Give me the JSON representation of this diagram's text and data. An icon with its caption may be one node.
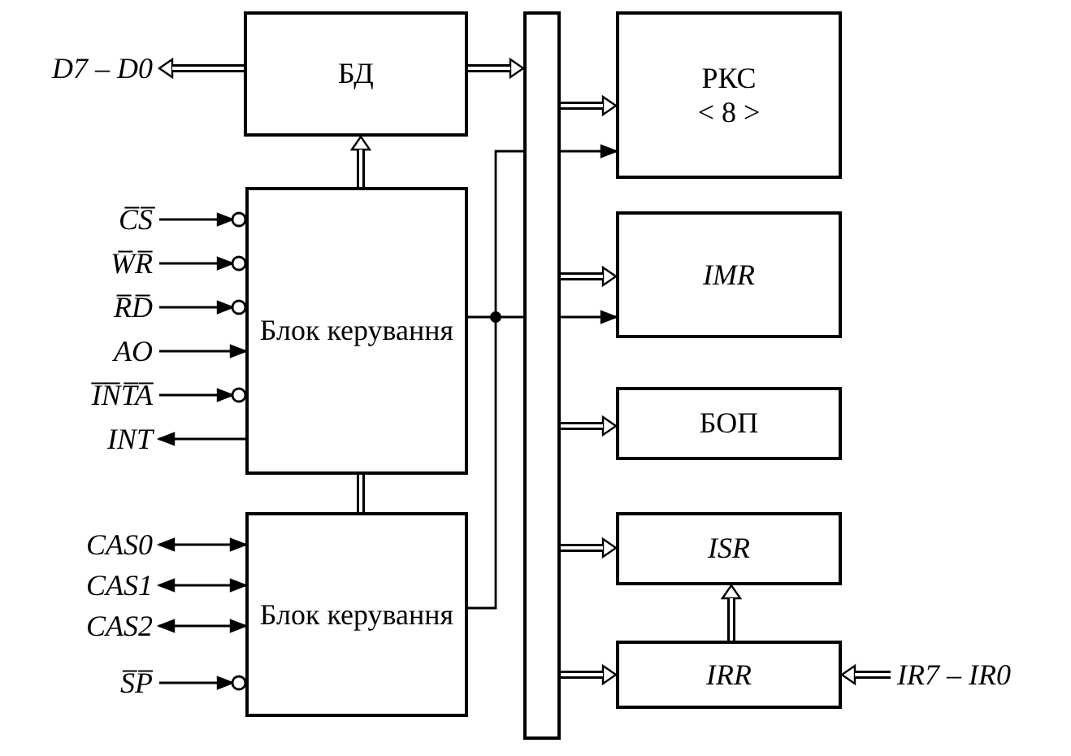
{
  "diagram": {
    "nodes": [
      {
        "text": [
          "D7 – D0"
        ]
      },
      {
        "text": [
          "БД"
        ]
      },
      {
        "text": [
          "Блок керування"
        ]
      },
      {
        "text": [
          "Блок керування"
        ]
      },
      {
        "text": [],
        "shape": "bar"
      },
      {
        "text": [
          "РКС",
          "< 8 >"
        ]
      },
      {
        "text": [
          "IMR"
        ]
      },
      {
        "text": [
          "БОП"
        ]
      },
      {
        "text": [
          "ISR"
        ]
      },
      {
        "text": [
          "IRR"
        ]
      },
      {
        "text": [
          "IR7 – IR0"
        ]
      },
      {
        "text": [
          "C̅S̅"
        ]
      },
      {
        "text": [
          "W̅R̅"
        ]
      },
      {
        "text": [
          "R̅D̅"
        ]
      },
      {
        "text": [
          "AO"
        ]
      },
      {
        "text": [
          "I̅N̅T̅A̅"
        ]
      },
      {
        "text": [
          "INT"
        ]
      },
      {
        "text": [
          "CAS0"
        ]
      },
      {
        "text": [
          "CAS1"
        ]
      },
      {
        "text": [
          "CAS2"
        ]
      },
      {
        "text": [
          "S̅P̅"
        ]
      }
    ],
    "edges": [
      {
        "from": 1,
        "to": 0,
        "arrow": "to",
        "style": "thick"
      },
      {
        "from": 1,
        "to": 4,
        "arrow": "to",
        "style": "thick"
      },
      {
        "from": 2,
        "to": 1,
        "arrow": "to",
        "style": "thick"
      },
      {
        "from": 11,
        "to": 2,
        "arrow": "to"
      },
      {
        "from": 12,
        "to": 2,
        "arrow": "to"
      },
      {
        "from": 13,
        "to": 2,
        "arrow": "to"
      },
      {
        "from": 14,
        "to": 2,
        "arrow": "to"
      },
      {
        "from": 15,
        "to": 2,
        "arrow": "to"
      },
      {
        "from": 2,
        "to": 16,
        "arrow": "to"
      },
      {
        "from": 2,
        "to": 3,
        "arrow": "none",
        "style": "thick"
      },
      {
        "from": 17,
        "to": 3,
        "arrow": "both"
      },
      {
        "from": 18,
        "to": 3,
        "arrow": "both"
      },
      {
        "from": 19,
        "to": 3,
        "arrow": "both"
      },
      {
        "from": 20,
        "to": 3,
        "arrow": "to"
      },
      {
        "from": 2,
        "to": 4,
        "arrow": "none"
      },
      {
        "from": 3,
        "to": 4,
        "arrow": "none"
      },
      {
        "from": 4,
        "to": 5,
        "arrow": "to"
      },
      {
        "from": 4,
        "to": 6,
        "arrow": "to"
      },
      {
        "from": 4,
        "to": 5,
        "arrow": "to",
        "style": "thick"
      },
      {
        "from": 4,
        "to": 6,
        "arrow": "to",
        "style": "thick"
      },
      {
        "from": 4,
        "to": 7,
        "arrow": "to",
        "style": "thick"
      },
      {
        "from": 4,
        "to": 8,
        "arrow": "to",
        "style": "thick"
      },
      {
        "from": 4,
        "to": 9,
        "arrow": "to",
        "style": "thick"
      },
      {
        "from": 9,
        "to": 8,
        "arrow": "to",
        "style": "thick"
      },
      {
        "from": 10,
        "to": 9,
        "arrow": "to",
        "style": "thick"
      }
    ]
  }
}
